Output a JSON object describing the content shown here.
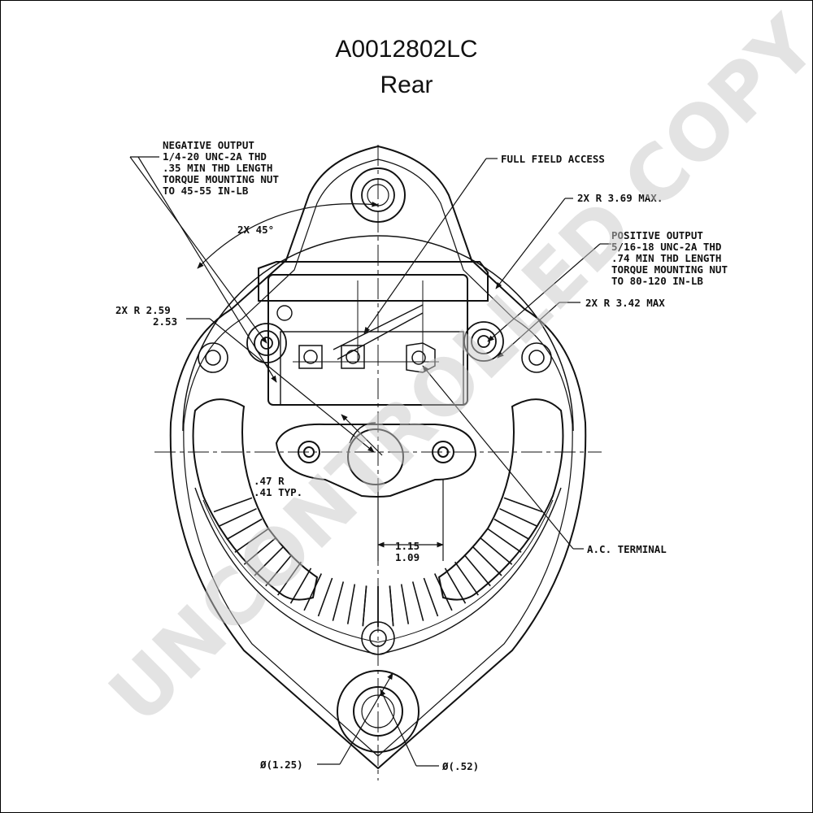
{
  "title": "A0012802LC",
  "subtitle": "Rear",
  "watermark": "UNCONTROLLED COPY",
  "labels": {
    "negative_output": [
      "NEGATIVE OUTPUT",
      "1/4-20 UNC-2A THD",
      ".35 MIN THD LENGTH",
      "TORQUE MOUNTING NUT",
      "TO 45-55 IN-LB"
    ],
    "angle": "2X 45°",
    "full_field_access": "FULL FIELD ACCESS",
    "r369": "2X R 3.69 MAX.",
    "positive_output": [
      "POSITIVE OUTPUT",
      "5/16-18 UNC-2A THD",
      ".74 MIN THD LENGTH",
      "TORQUE MOUNTING NUT",
      "TO 80-120 IN-LB"
    ],
    "r259": [
      "2X R 2.59",
      "2.53"
    ],
    "r342": "2X R 3.42 MAX",
    "r47": [
      ".47 R",
      ".41 TYP."
    ],
    "dim115": [
      "1.15",
      "1.09"
    ],
    "ac_terminal": "A.C. TERMINAL",
    "dia125": "Ø(1.25)",
    "dia52": "Ø(.52)"
  },
  "colors": {
    "line": "#111111",
    "watermark": "#c8c8c8"
  }
}
